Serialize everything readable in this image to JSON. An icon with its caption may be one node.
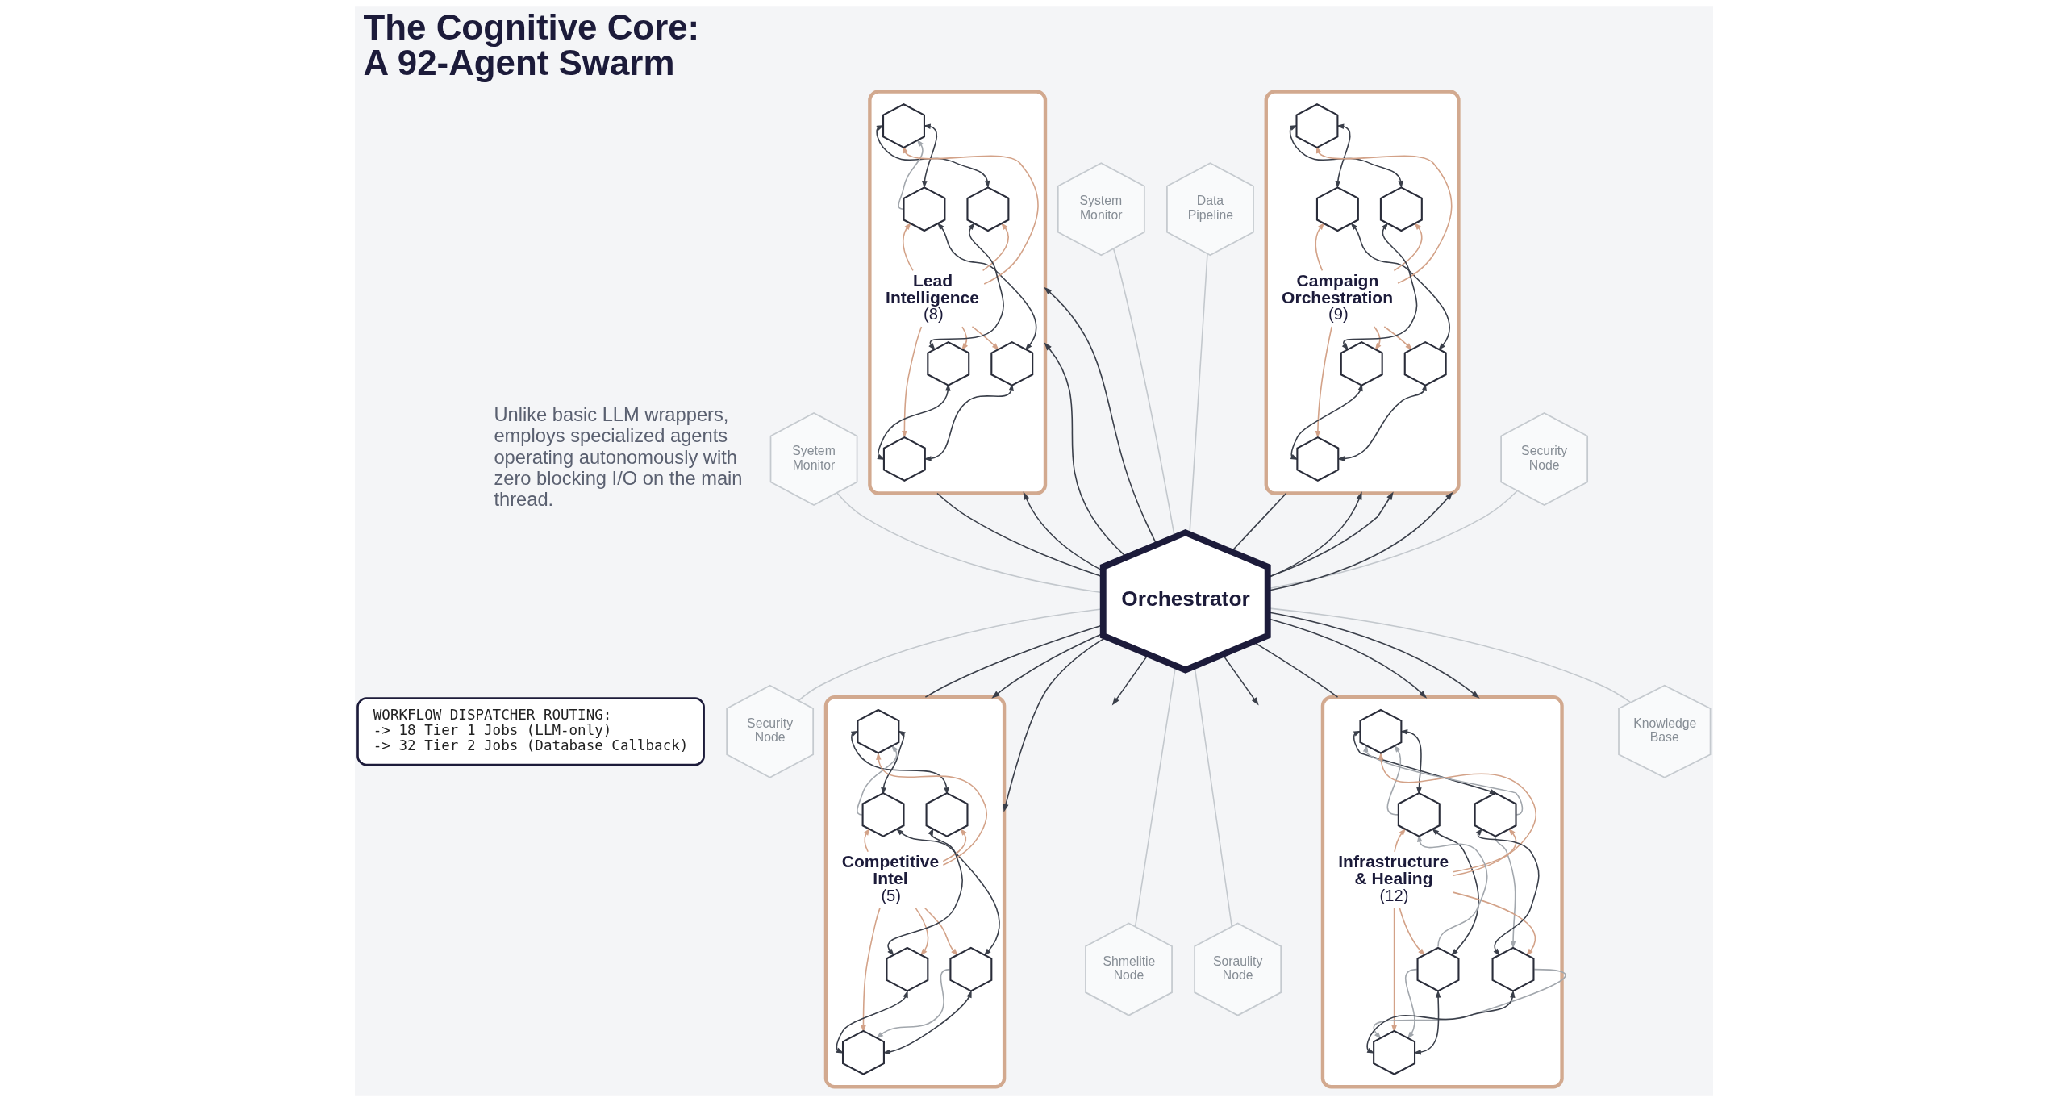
{
  "diagram": {
    "title": "The Cognitive Core: A 92-Agent Swarm",
    "nodes": [
      {
        "text": [
          "WORKFLOW DISPATCHER ROUTING:",
          "-> 18 Tier 1 Jobs (LLM-only)",
          "-> 32 Tier 2 Jobs (Database Callback)"
        ]
      },
      {
        "text": [],
        "shape": "hexagon"
      },
      {
        "text": [
          "Lead Intelligence",
          "(8)"
        ],
        "in": 1
      },
      {
        "text": [],
        "shape": "hexagon",
        "in": 1
      },
      {
        "text": [],
        "shape": "hexagon",
        "in": 1
      },
      {
        "text": [],
        "shape": "hexagon",
        "in": 1
      },
      {
        "text": [],
        "shape": "hexagon",
        "in": 1
      },
      {
        "text": [],
        "shape": "hexagon",
        "in": 1
      },
      {
        "text": [],
        "shape": "hexagon",
        "in": 1
      },
      {
        "text": [
          "System Monitor"
        ]
      },
      {
        "text": [
          "Data Pipeline"
        ]
      },
      {
        "text": [],
        "shape": "hexagon"
      },
      {
        "text": [
          "Campaign Orchestration",
          "(9)"
        ],
        "in": 11
      },
      {
        "text": [],
        "shape": "hexagon",
        "in": 11
      },
      {
        "text": [],
        "shape": "hexagon",
        "in": 11
      },
      {
        "text": [],
        "shape": "hexagon",
        "in": 11
      },
      {
        "text": [],
        "shape": "hexagon",
        "in": 11
      },
      {
        "text": [],
        "shape": "hexagon",
        "in": 11
      },
      {
        "text": [],
        "shape": "hexagon",
        "in": 11
      },
      {
        "text": [
          "Syetem Monitor"
        ]
      },
      {
        "text": [
          "Security Node"
        ]
      },
      {
        "text": [
          "Orchestrator"
        ]
      },
      {
        "text": [
          "Security Node"
        ]
      },
      {
        "text": [
          "Knowledge Base"
        ]
      },
      {
        "text": [],
        "shape": "hexagon"
      },
      {
        "text": [
          "Competitive Intel",
          "(5)"
        ],
        "in": 24
      },
      {
        "text": [],
        "shape": "hexagon",
        "in": 24
      },
      {
        "text": [],
        "shape": "hexagon",
        "in": 24
      },
      {
        "text": [],
        "shape": "hexagon",
        "in": 24
      },
      {
        "text": [],
        "shape": "hexagon",
        "in": 24
      },
      {
        "text": [],
        "shape": "hexagon",
        "in": 24
      },
      {
        "text": [],
        "shape": "hexagon",
        "in": 24
      },
      {
        "text": [
          "Shmelitie Node"
        ]
      },
      {
        "text": [
          "Soraulity Node"
        ]
      },
      {
        "text": [],
        "shape": "hexagon"
      },
      {
        "text": [
          "Infrastructure & Healing",
          "(12)"
        ],
        "in": 34
      },
      {
        "text": [],
        "shape": "hexagon",
        "in": 34
      },
      {
        "text": [],
        "shape": "hexagon",
        "in": 34
      },
      {
        "text": [],
        "shape": "hexagon",
        "in": 34
      },
      {
        "text": [],
        "shape": "hexagon",
        "in": 34
      },
      {
        "text": [],
        "shape": "hexagon",
        "in": 34
      },
      {
        "text": [],
        "shape": "hexagon",
        "in": 34
      }
    ],
    "edges": [
      {
        "from": 3,
        "to": 4,
        "arrow": "both"
      },
      {
        "from": 4,
        "to": 5,
        "arrow": "both"
      },
      {
        "from": 5,
        "to": 6,
        "arrow": "both"
      },
      {
        "from": 6,
        "to": 7,
        "arrow": "both"
      },
      {
        "from": 7,
        "to": 8,
        "arrow": "both"
      },
      {
        "from": 8,
        "to": 3,
        "arrow": "both"
      },
      {
        "from": 2,
        "to": 3,
        "arrow": "to",
        "color": "#d3a288"
      },
      {
        "from": 2,
        "to": 4,
        "arrow": "to",
        "color": "#d3a288"
      },
      {
        "from": 2,
        "to": 5,
        "arrow": "to",
        "color": "#d3a288"
      },
      {
        "from": 2,
        "to": 6,
        "arrow": "to",
        "color": "#d3a288"
      },
      {
        "from": 2,
        "to": 7,
        "arrow": "to",
        "color": "#d3a288"
      },
      {
        "from": 2,
        "to": 8,
        "arrow": "to",
        "color": "#d3a288"
      },
      {
        "from": 4,
        "to": 3,
        "arrow": "to",
        "color": "#a2a7ad"
      },
      {
        "from": 13,
        "to": 14,
        "arrow": "both"
      },
      {
        "from": 14,
        "to": 15,
        "arrow": "both"
      },
      {
        "from": 15,
        "to": 16,
        "arrow": "both"
      },
      {
        "from": 16,
        "to": 17,
        "arrow": "both"
      },
      {
        "from": 17,
        "to": 18,
        "arrow": "both"
      },
      {
        "from": 18,
        "to": 13,
        "arrow": "both"
      },
      {
        "from": 12,
        "to": 13,
        "arrow": "to",
        "color": "#d3a288"
      },
      {
        "from": 12,
        "to": 14,
        "arrow": "to",
        "color": "#d3a288"
      },
      {
        "from": 12,
        "to": 15,
        "arrow": "to",
        "color": "#d3a288"
      },
      {
        "from": 12,
        "to": 16,
        "arrow": "to",
        "color": "#d3a288"
      },
      {
        "from": 12,
        "to": 17,
        "arrow": "to",
        "color": "#d3a288"
      },
      {
        "from": 12,
        "to": 18,
        "arrow": "to",
        "color": "#d3a288"
      },
      {
        "from": 26,
        "to": 27,
        "arrow": "both"
      },
      {
        "from": 27,
        "to": 28,
        "arrow": "both"
      },
      {
        "from": 28,
        "to": 29,
        "arrow": "both"
      },
      {
        "from": 29,
        "to": 30,
        "arrow": "both"
      },
      {
        "from": 30,
        "to": 31,
        "arrow": "both"
      },
      {
        "from": 31,
        "to": 26,
        "arrow": "both"
      },
      {
        "from": 25,
        "to": 26,
        "arrow": "to",
        "color": "#d3a288"
      },
      {
        "from": 25,
        "to": 27,
        "arrow": "to",
        "color": "#d3a288"
      },
      {
        "from": 25,
        "to": 28,
        "arrow": "to",
        "color": "#d3a288"
      },
      {
        "from": 25,
        "to": 29,
        "arrow": "to",
        "color": "#d3a288"
      },
      {
        "from": 25,
        "to": 30,
        "arrow": "to",
        "color": "#d3a288"
      },
      {
        "from": 25,
        "to": 31,
        "arrow": "to",
        "color": "#d3a288"
      },
      {
        "from": 27,
        "to": 26,
        "arrow": "to",
        "color": "#a2a7ad"
      },
      {
        "from": 28,
        "to": 29,
        "arrow": "to",
        "color": "#a2a7ad"
      },
      {
        "from": 36,
        "to": 37,
        "arrow": "both"
      },
      {
        "from": 37,
        "to": 38,
        "arrow": "both"
      },
      {
        "from": 38,
        "to": 39,
        "arrow": "both"
      },
      {
        "from": 39,
        "to": 40,
        "arrow": "both"
      },
      {
        "from": 40,
        "to": 41,
        "arrow": "both"
      },
      {
        "from": 41,
        "to": 36,
        "arrow": "both"
      },
      {
        "from": 35,
        "to": 36,
        "arrow": "to",
        "color": "#d3a288"
      },
      {
        "from": 35,
        "to": 37,
        "arrow": "to",
        "color": "#d3a288"
      },
      {
        "from": 35,
        "to": 38,
        "arrow": "to",
        "color": "#d3a288"
      },
      {
        "from": 35,
        "to": 39,
        "arrow": "to",
        "color": "#d3a288"
      },
      {
        "from": 35,
        "to": 40,
        "arrow": "to",
        "color": "#d3a288"
      },
      {
        "from": 35,
        "to": 41,
        "arrow": "to",
        "color": "#d3a288"
      },
      {
        "from": 41,
        "to": 36,
        "arrow": "to",
        "color": "#a2a7ad"
      },
      {
        "from": 37,
        "to": 36,
        "arrow": "to",
        "color": "#a2a7ad"
      },
      {
        "from": 41,
        "to": 40,
        "arrow": "to",
        "color": "#a2a7ad"
      },
      {
        "from": 38,
        "to": 37,
        "arrow": "to",
        "color": "#a2a7ad"
      },
      {
        "from": 40,
        "to": 39,
        "arrow": "to",
        "color": "#a2a7ad"
      },
      {
        "from": 38,
        "to": 39,
        "arrow": "to",
        "color": "#a2a7ad"
      },
      {
        "from": 1,
        "to": 21,
        "arrow": "none"
      },
      {
        "from": 21,
        "to": 1,
        "arrow": "to"
      },
      {
        "from": 21,
        "to": 1,
        "arrow": "to"
      },
      {
        "from": 21,
        "to": 1,
        "arrow": "to"
      },
      {
        "from": 9,
        "to": 21,
        "arrow": "none",
        "color": "#c3c8cd"
      },
      {
        "from": 10,
        "to": 21,
        "arrow": "none",
        "color": "#c3c8cd"
      },
      {
        "from": 11,
        "to": 21,
        "arrow": "none"
      },
      {
        "from": 21,
        "to": 11,
        "arrow": "to"
      },
      {
        "from": 21,
        "to": 11,
        "arrow": "to"
      },
      {
        "from": 21,
        "to": 11,
        "arrow": "to"
      },
      {
        "from": 19,
        "to": 21,
        "arrow": "none",
        "color": "#c3c8cd"
      },
      {
        "from": 20,
        "to": 21,
        "arrow": "none",
        "color": "#c3c8cd"
      },
      {
        "from": 21,
        "to": 22,
        "arrow": "none",
        "color": "#c3c8cd"
      },
      {
        "from": 21,
        "to": 23,
        "arrow": "none",
        "color": "#c3c8cd"
      },
      {
        "from": 21,
        "to": 24,
        "arrow": "none"
      },
      {
        "from": 21,
        "to": 24,
        "arrow": "to"
      },
      {
        "from": 21,
        "to": 24,
        "arrow": "to"
      },
      {
        "from": 21,
        "to": null,
        "arrow": "to"
      },
      {
        "from": 21,
        "to": 34,
        "arrow": "none"
      },
      {
        "from": 21,
        "to": 34,
        "arrow": "to"
      },
      {
        "from": 21,
        "to": 34,
        "arrow": "to"
      },
      {
        "from": 21,
        "to": null,
        "arrow": "to"
      },
      {
        "from": 21,
        "to": 32,
        "arrow": "none",
        "color": "#c3c8cd"
      },
      {
        "from": 21,
        "to": 33,
        "arrow": "none",
        "color": "#c3c8cd"
      }
    ],
    "labels": [
      "Unlike basic LLM wrappers, employs specialized agents operating autonomously with zero blocking I/O on the main thread."
    ]
  }
}
